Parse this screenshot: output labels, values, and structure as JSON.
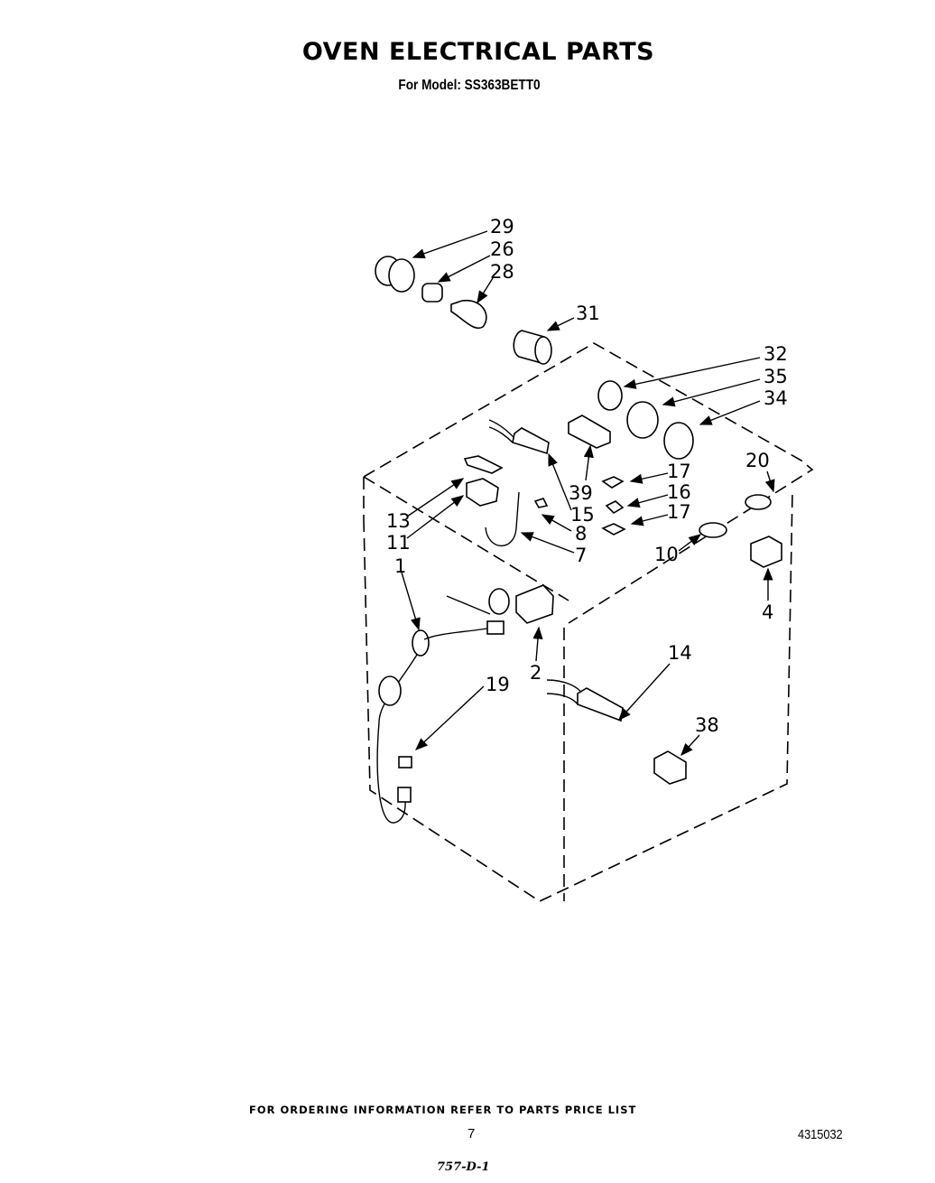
{
  "header": {
    "title": "OVEN ELECTRICAL PARTS",
    "subtitle": "For Model: SS363BETT0"
  },
  "diagram": {
    "callouts": [
      {
        "label": "29",
        "part": "lamp-socket-housing"
      },
      {
        "label": "26",
        "part": "lamp-socket"
      },
      {
        "label": "28",
        "part": "light-bulb"
      },
      {
        "label": "31",
        "part": "lamp-cover"
      },
      {
        "label": "32",
        "part": "ring"
      },
      {
        "label": "35",
        "part": "ring"
      },
      {
        "label": "34",
        "part": "ring"
      },
      {
        "label": "39",
        "part": "terminal-block"
      },
      {
        "label": "15",
        "part": "sensor"
      },
      {
        "label": "17",
        "part": "pad"
      },
      {
        "label": "16",
        "part": "switch"
      },
      {
        "label": "17",
        "part": "pad"
      },
      {
        "label": "20",
        "part": "thermostat"
      },
      {
        "label": "10",
        "part": "thermostat"
      },
      {
        "label": "13",
        "part": "bracket"
      },
      {
        "label": "11",
        "part": "relay"
      },
      {
        "label": "8",
        "part": "clip"
      },
      {
        "label": "7",
        "part": "wire-lead"
      },
      {
        "label": "1",
        "part": "power-cord"
      },
      {
        "label": "2",
        "part": "thermostat-control"
      },
      {
        "label": "4",
        "part": "switch"
      },
      {
        "label": "19",
        "part": "connector"
      },
      {
        "label": "14",
        "part": "sensor"
      },
      {
        "label": "38",
        "part": "latch-switch"
      }
    ]
  },
  "footer": {
    "ordering_note": "FOR ORDERING INFORMATION REFER TO PARTS PRICE LIST",
    "page_number": "7",
    "document_number": "4315032",
    "handwritten_code": "757-D-1"
  }
}
